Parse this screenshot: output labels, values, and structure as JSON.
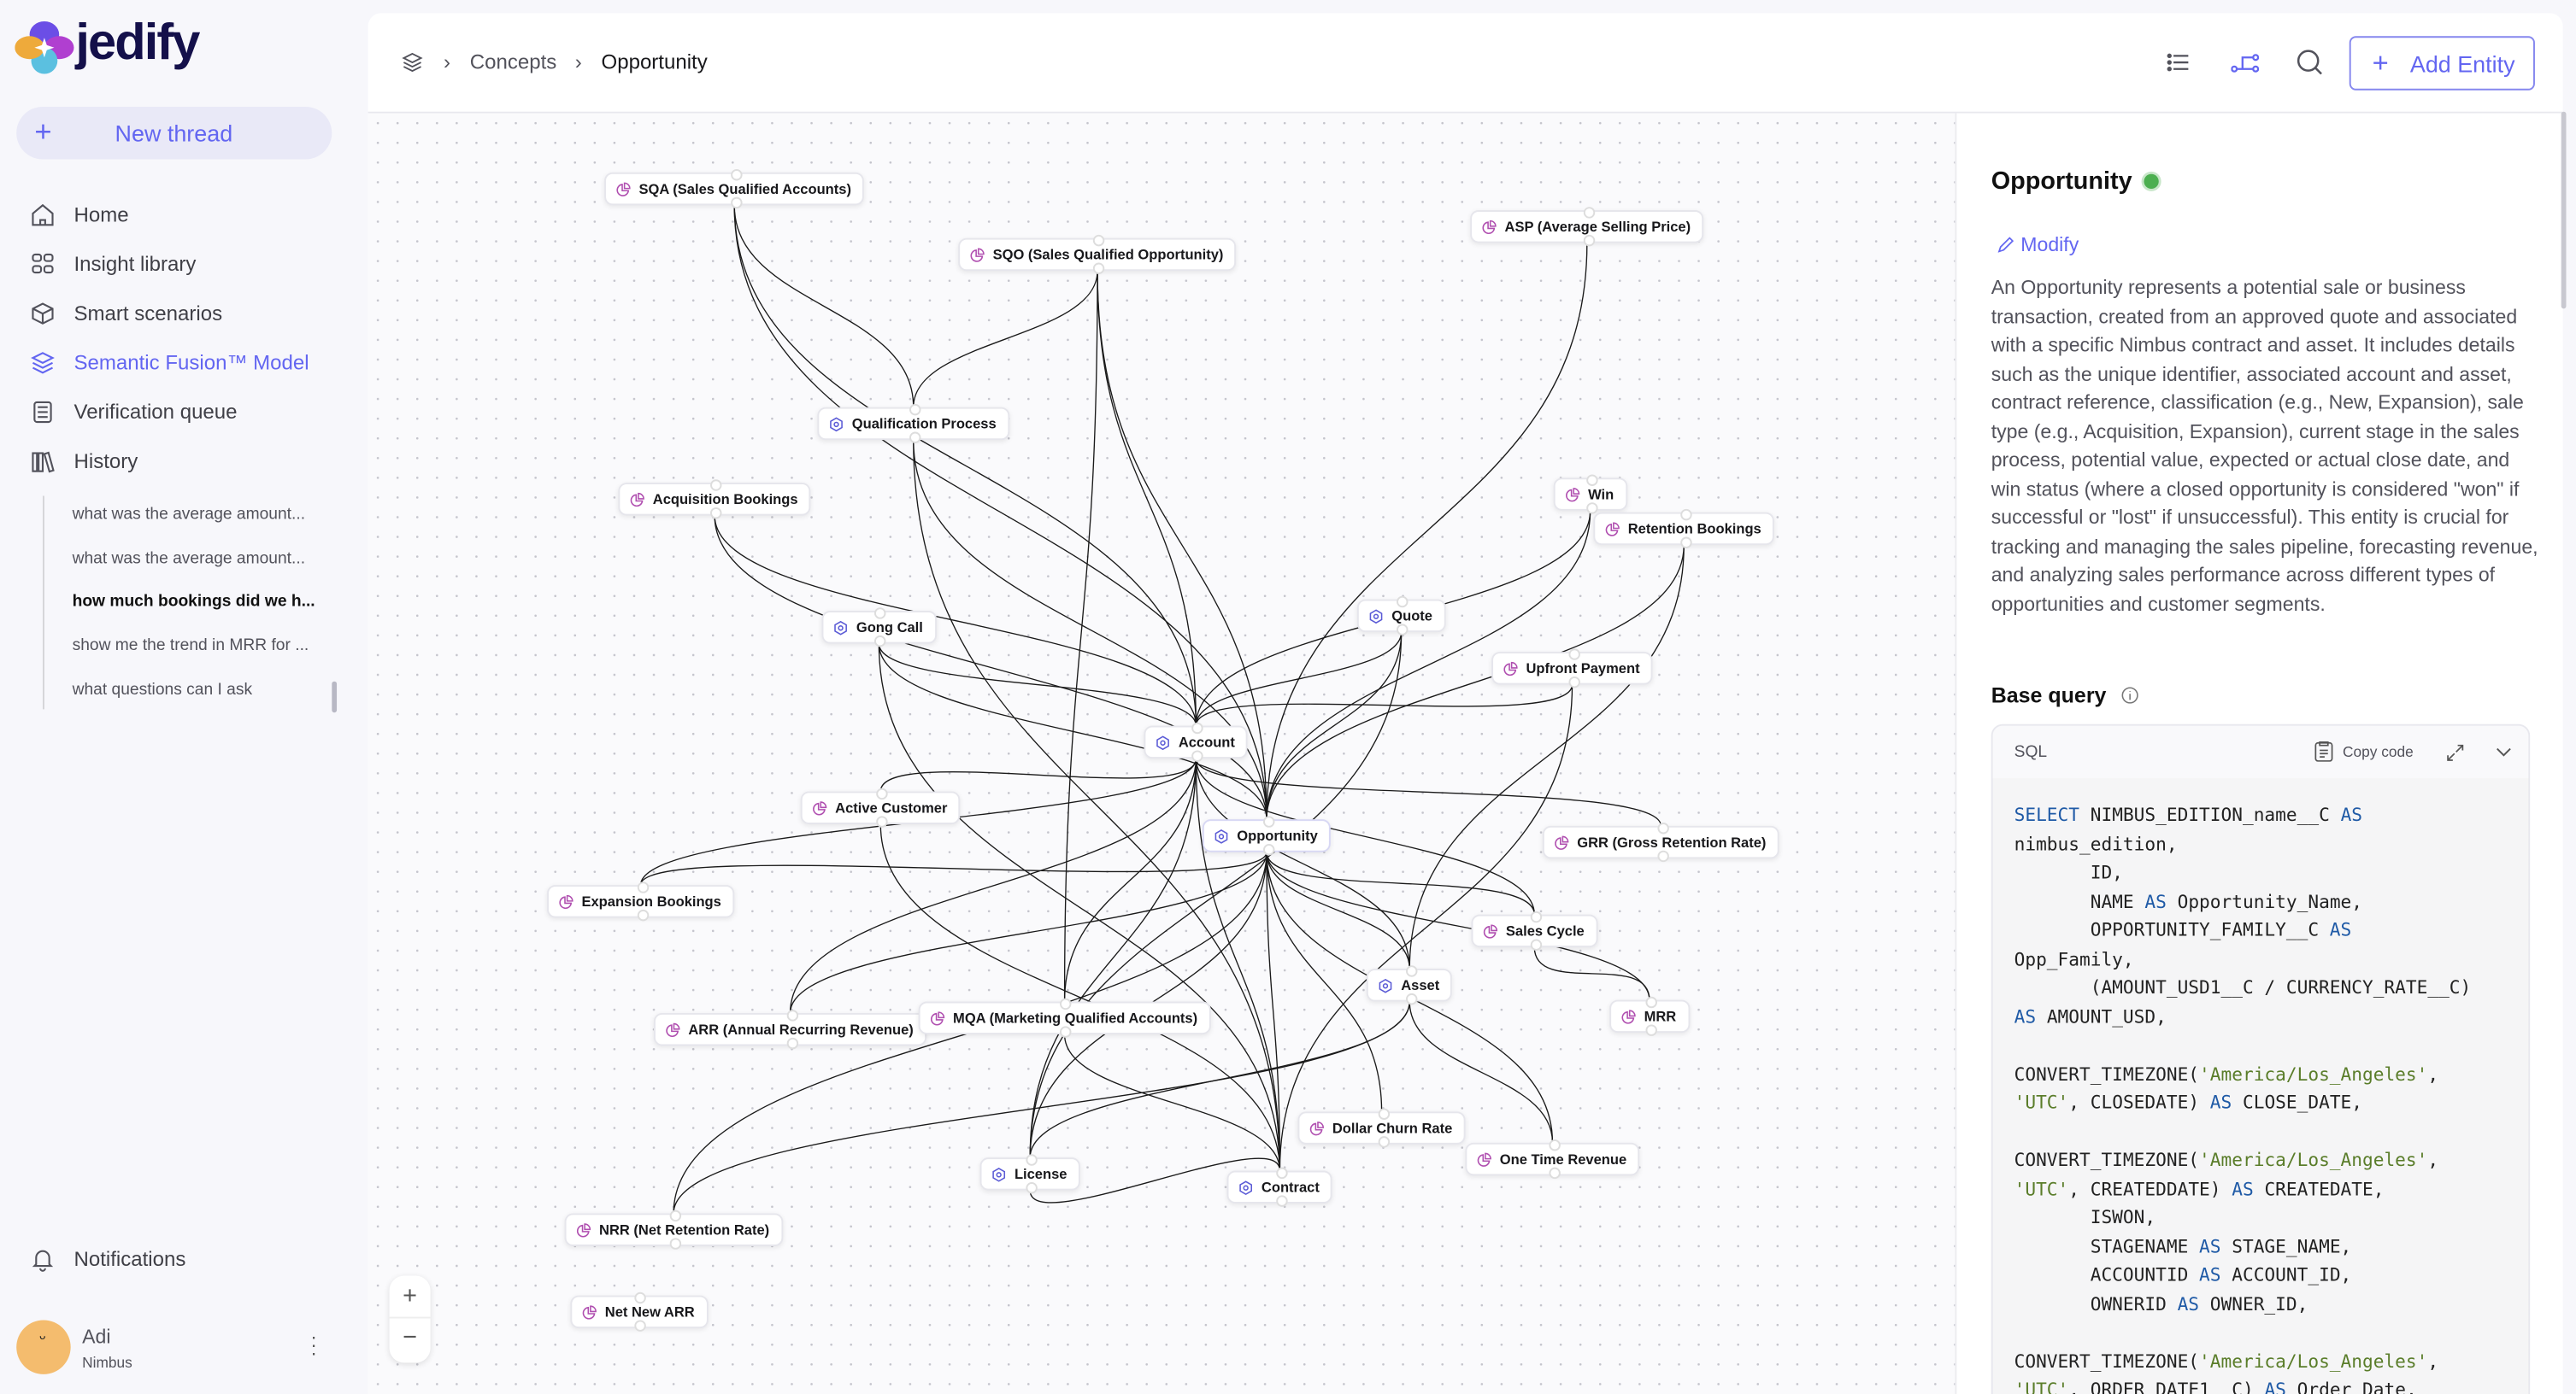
{
  "app": {
    "logo_text": "jedify",
    "brand_color": "#6366f1"
  },
  "sidebar": {
    "new_thread": "New thread",
    "nav": [
      {
        "label": "Home",
        "icon": "home-icon"
      },
      {
        "label": "Insight library",
        "icon": "grid-icon"
      },
      {
        "label": "Smart scenarios",
        "icon": "cube-icon"
      },
      {
        "label": "Semantic Fusion™ Model",
        "icon": "layers-icon",
        "active": true
      },
      {
        "label": "Verification queue",
        "icon": "list-doc-icon"
      },
      {
        "label": "History",
        "icon": "library-icon"
      }
    ],
    "history": [
      "what was the average amount...",
      "what was the average amount...",
      "how much bookings did we h...",
      "show me the trend in MRR for ...",
      "what questions can I ask"
    ],
    "notifications": "Notifications",
    "user": {
      "name": "Adi",
      "org": "Nimbus"
    }
  },
  "header": {
    "breadcrumb": [
      "Concepts",
      "Opportunity"
    ],
    "add_entity": "Add Entity"
  },
  "graph": {
    "nodes": [
      {
        "id": "sqa",
        "label": "SQA (Sales Qualified Accounts)",
        "type": "metric"
      },
      {
        "id": "sqo",
        "label": "SQO (Sales Qualified Opportunity)",
        "type": "metric"
      },
      {
        "id": "asp",
        "label": "ASP (Average Selling Price)",
        "type": "metric"
      },
      {
        "id": "qp",
        "label": "Qualification Process",
        "type": "entity"
      },
      {
        "id": "acqb",
        "label": "Acquisition Bookings",
        "type": "metric"
      },
      {
        "id": "win",
        "label": "Win",
        "type": "metric"
      },
      {
        "id": "retb",
        "label": "Retention Bookings",
        "type": "metric"
      },
      {
        "id": "gong",
        "label": "Gong Call",
        "type": "entity"
      },
      {
        "id": "quote",
        "label": "Quote",
        "type": "entity"
      },
      {
        "id": "upfront",
        "label": "Upfront Payment",
        "type": "metric"
      },
      {
        "id": "account",
        "label": "Account",
        "type": "entity"
      },
      {
        "id": "active",
        "label": "Active Customer",
        "type": "metric"
      },
      {
        "id": "opp",
        "label": "Opportunity",
        "type": "entity"
      },
      {
        "id": "grr",
        "label": "GRR (Gross Retention Rate)",
        "type": "metric"
      },
      {
        "id": "expb",
        "label": "Expansion Bookings",
        "type": "metric"
      },
      {
        "id": "cycle",
        "label": "Sales Cycle",
        "type": "metric"
      },
      {
        "id": "asset",
        "label": "Asset",
        "type": "entity"
      },
      {
        "id": "mrr",
        "label": "MRR",
        "type": "metric"
      },
      {
        "id": "arr",
        "label": "ARR (Annual Recurring Revenue)",
        "type": "metric"
      },
      {
        "id": "mqa",
        "label": "MQA (Marketing Qualified Accounts)",
        "type": "metric"
      },
      {
        "id": "dcr",
        "label": "Dollar Churn Rate",
        "type": "metric"
      },
      {
        "id": "otr",
        "label": "One Time Revenue",
        "type": "metric"
      },
      {
        "id": "license",
        "label": "License",
        "type": "entity"
      },
      {
        "id": "contract",
        "label": "Contract",
        "type": "entity"
      },
      {
        "id": "nrr",
        "label": "NRR (Net Retention Rate)",
        "type": "metric"
      },
      {
        "id": "nnarr",
        "label": "Net New ARR",
        "type": "metric"
      }
    ],
    "edges": [
      [
        "sqa",
        "qp"
      ],
      [
        "sqa",
        "account"
      ],
      [
        "sqa",
        "opp"
      ],
      [
        "sqo",
        "qp"
      ],
      [
        "sqo",
        "account"
      ],
      [
        "sqo",
        "opp"
      ],
      [
        "sqo",
        "mqa"
      ],
      [
        "asp",
        "opp"
      ],
      [
        "qp",
        "opp"
      ],
      [
        "qp",
        "contract"
      ],
      [
        "acqb",
        "opp"
      ],
      [
        "acqb",
        "account"
      ],
      [
        "win",
        "opp"
      ],
      [
        "win",
        "account"
      ],
      [
        "retb",
        "opp"
      ],
      [
        "retb",
        "asset"
      ],
      [
        "gong",
        "account"
      ],
      [
        "gong",
        "opp"
      ],
      [
        "gong",
        "contract"
      ],
      [
        "quote",
        "account"
      ],
      [
        "quote",
        "opp"
      ],
      [
        "quote",
        "license"
      ],
      [
        "upfront",
        "account"
      ],
      [
        "upfront",
        "contract"
      ],
      [
        "account",
        "active"
      ],
      [
        "account",
        "expb"
      ],
      [
        "account",
        "arr"
      ],
      [
        "account",
        "mqa"
      ],
      [
        "account",
        "grr"
      ],
      [
        "account",
        "cycle"
      ],
      [
        "account",
        "contract"
      ],
      [
        "account",
        "asset"
      ],
      [
        "account",
        "license"
      ],
      [
        "opp",
        "expb"
      ],
      [
        "opp",
        "arr"
      ],
      [
        "opp",
        "cycle"
      ],
      [
        "opp",
        "mrr"
      ],
      [
        "opp",
        "asset"
      ],
      [
        "opp",
        "dcr"
      ],
      [
        "opp",
        "otr"
      ],
      [
        "opp",
        "contract"
      ],
      [
        "opp",
        "license"
      ],
      [
        "opp",
        "nrr"
      ],
      [
        "active",
        "contract"
      ],
      [
        "asset",
        "nrr"
      ],
      [
        "asset",
        "license"
      ],
      [
        "asset",
        "otr"
      ],
      [
        "mqa",
        "contract"
      ],
      [
        "license",
        "contract"
      ],
      [
        "cycle",
        "mrr"
      ]
    ]
  },
  "panel": {
    "title": "Opportunity",
    "status_color": "#4caf50",
    "modify": "Modify",
    "description": "An Opportunity represents a potential sale or business transaction, created from an approved quote and associated with a specific Nimbus contract and asset. It includes details such as the unique identifier, associated account and asset, contract reference, classification (e.g., New, Expansion), sale type (e.g., Acquisition, Expansion), current stage in the sales process, potential value, expected or actual close date, and win status (where a closed opportunity is considered \"won\" if successful or \"lost\" if unsuccessful). This entity is crucial for tracking and managing the sales pipeline, forecasting revenue, and analyzing sales performance across different types of opportunities and customer segments.",
    "base_query": "Base query",
    "code_lang": "SQL",
    "copy_code": "Copy code",
    "sql_lines": [
      "SELECT NIMBUS_EDITION_name__C AS",
      "nimbus_edition,",
      "       ID,",
      "       NAME AS Opportunity_Name,",
      "       OPPORTUNITY_FAMILY__C AS",
      "Opp_Family,",
      "       (AMOUNT_USD1__C / CURRENCY_RATE__C)",
      "AS AMOUNT_USD,",
      "",
      "CONVERT_TIMEZONE('America/Los_Angeles',",
      "'UTC', CLOSEDATE) AS CLOSE_DATE,",
      "",
      "CONVERT_TIMEZONE('America/Los_Angeles',",
      "'UTC', CREATEDDATE) AS CREATEDATE,",
      "       ISWON,",
      "       STAGENAME AS STAGE_NAME,",
      "       ACCOUNTID AS ACCOUNT_ID,",
      "       OWNERID AS OWNER_ID,",
      "",
      "CONVERT_TIMEZONE('America/Los_Angeles',",
      "'UTC', ORDER_DATE1__C) AS Order_Date,"
    ]
  }
}
